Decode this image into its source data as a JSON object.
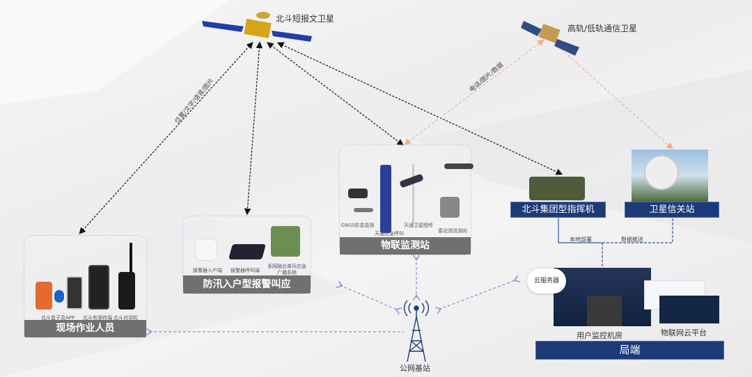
{
  "satellites": {
    "beidou": "北斗短报文卫星",
    "geo_leo": "高轨/低轨通信卫星"
  },
  "link_labels": {
    "beidou_link": "位置/文字/语音/图片",
    "sat_link": "电话/图片/数据",
    "local_deploy": "本地部署",
    "data_push": "数据推送"
  },
  "field_staff": {
    "title": "现场作业人员",
    "devices": [
      "北斗盒子及APP",
      "北斗有源终端",
      "北斗对讲机"
    ]
  },
  "flood_alarm": {
    "title": "防汛入户型报警叫应",
    "devices": [
      "报警器入户端",
      "报警器呼叫端",
      "多网融合单兵应急广播系统"
    ]
  },
  "iot_station": {
    "title": "物联监测站",
    "devices": [
      "GNSS形变监测",
      "天通应急呼叫",
      "天通卫星图传",
      "雷达测流测向"
    ]
  },
  "commander": {
    "title": "北斗集团型指挥机"
  },
  "gateway": {
    "title": "卫星信关站"
  },
  "central": {
    "title": "局端",
    "cloud": "云服务器",
    "room": "用户监控机房",
    "platform": "物联网云平台"
  },
  "base_station": {
    "label": "公网基站"
  },
  "colors": {
    "navy": "#1d3a78",
    "gray_bar": "#707070",
    "orange_dash": "#f4b183",
    "blue_dash": "#7f97cc"
  }
}
